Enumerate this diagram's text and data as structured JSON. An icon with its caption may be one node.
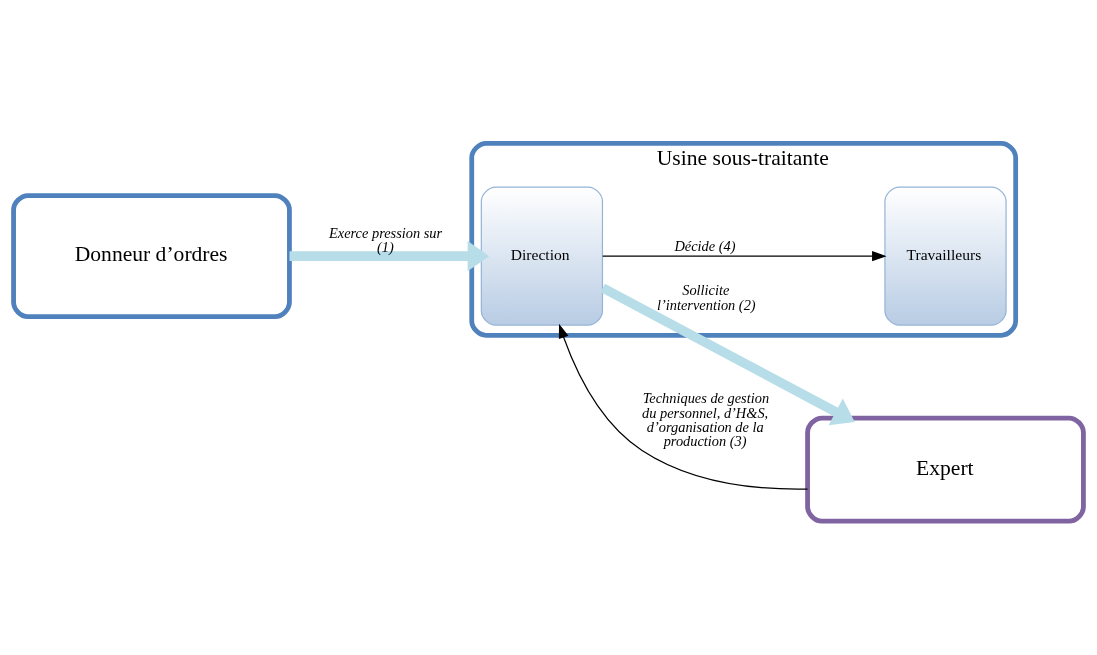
{
  "diagram": {
    "nodes": [
      {
        "text": [
          "Donneur d’ordres"
        ]
      },
      {
        "text": [
          "Usine sous-traitante"
        ]
      },
      {
        "text": [
          "Direction"
        ],
        "in": 1
      },
      {
        "text": [
          "Travailleurs"
        ],
        "in": 1
      },
      {
        "text": [
          "Expert"
        ]
      }
    ],
    "edges": [
      {
        "from": 0,
        "to": 2,
        "arrow": "to",
        "label": "Exerce pression sur (1)",
        "style": "thick",
        "color": "#b7dde8"
      },
      {
        "from": 2,
        "to": 4,
        "arrow": "to",
        "label": "Sollicite l’intervention (2)",
        "style": "thick",
        "color": "#b7dde8"
      },
      {
        "from": 4,
        "to": 2,
        "arrow": "to",
        "label": "Techniques de gestion du personnel, d’H&S, d’organisation de la production (3)",
        "color": "#000000"
      },
      {
        "from": 2,
        "to": 3,
        "arrow": "to",
        "label": "Décide (4)",
        "color": "#000000"
      }
    ]
  }
}
